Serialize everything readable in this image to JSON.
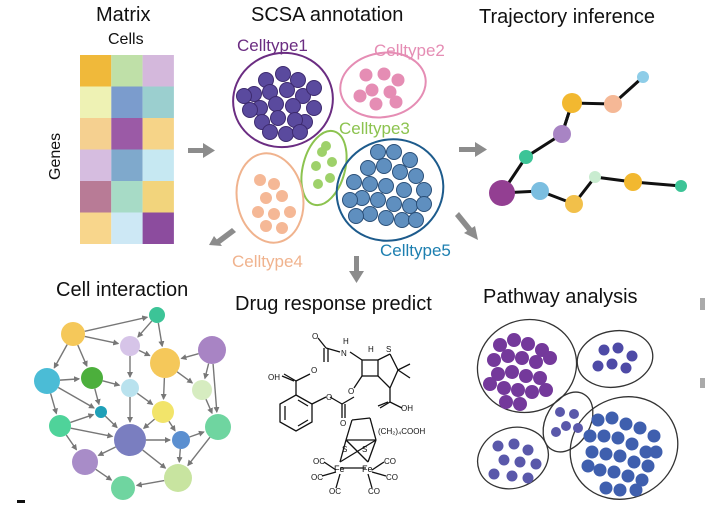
{
  "titles": {
    "matrix": "Matrix",
    "scsa": "SCSA annotation",
    "trajectory": "Trajectory inference",
    "cell_interaction": "Cell interaction",
    "drug": "Drug response predict",
    "pathway": "Pathway analysis"
  },
  "matrix": {
    "cells_label": "Cells",
    "genes_label": "Genes",
    "grid": [
      [
        "#f0b93a",
        "#bfe0a8",
        "#d4b8dc"
      ],
      [
        "#eef2b4",
        "#7b9ccd",
        "#9bcfcf"
      ],
      [
        "#f5d090",
        "#9b5aa6",
        "#f6d488"
      ],
      [
        "#d6bde0",
        "#7fa9cc",
        "#c6e8f2"
      ],
      [
        "#b87b96",
        "#a7dbc6",
        "#f2d47c"
      ],
      [
        "#f8d68c",
        "#cde8f5",
        "#8c4c9e"
      ]
    ]
  },
  "celltypes": [
    {
      "label": "Celltype1",
      "color": "#6b2d82",
      "fill": "#5a4a9e"
    },
    {
      "label": "Celltype2",
      "color": "#e58db4",
      "fill": "#e58db4"
    },
    {
      "label": "Celltype3",
      "color": "#8cc34f",
      "fill": "#9ed16a"
    },
    {
      "label": "Celltype4",
      "color": "#f0b38e",
      "fill": "#f5b896"
    },
    {
      "label": "Celltype5",
      "color": "#1d5b8c",
      "fill": "#5f8fbf"
    }
  ],
  "chemistry": {
    "labels": [
      "O",
      "H",
      "N",
      "H",
      "S",
      "O",
      "OH",
      "O",
      "OH",
      "O",
      "O",
      "(CH₂)₄COOH",
      "S",
      "S",
      "Fe",
      "Fe",
      "OC",
      "OC",
      "OC",
      "CO",
      "CO",
      "CO"
    ]
  },
  "colors": {
    "arrow": "#8c8c8c",
    "edge": "#777777"
  }
}
